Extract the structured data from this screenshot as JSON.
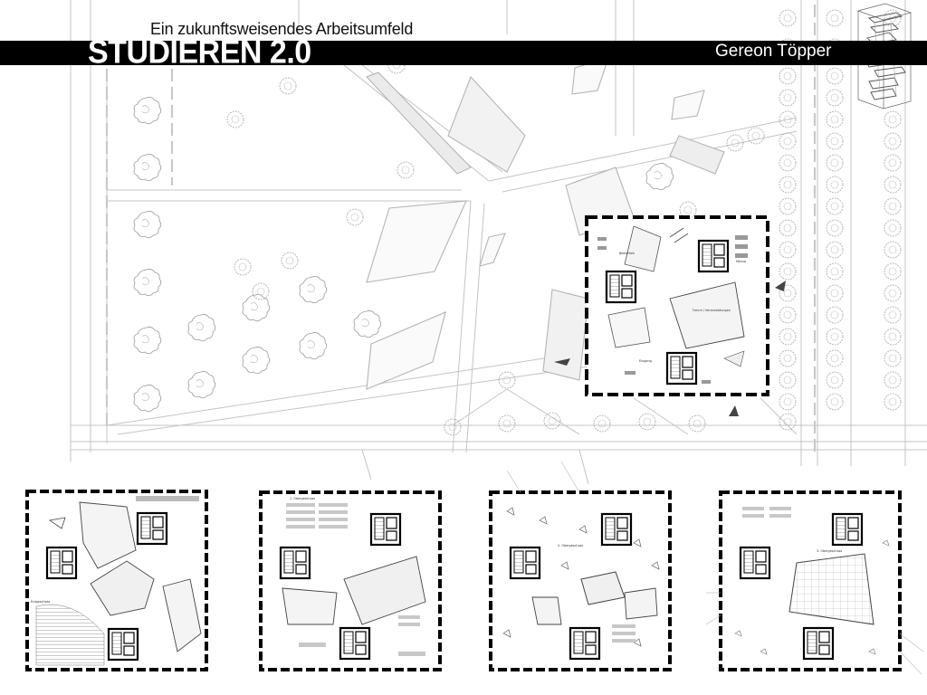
{
  "sheet": {
    "subtitle": "Ein zukunftsweisendes Arbeitsumfeld",
    "title": "STUDIEREN 2.0",
    "author": "Gereon Töpper"
  },
  "site_plan": {
    "room_labels": [
      "Bibliothek",
      "Forum / Veranstaltungen",
      "Eingang",
      "Mensa"
    ]
  },
  "floor_plans": [
    {
      "label": "Erdgeschoss"
    },
    {
      "label": "1. Obergeschoss"
    },
    {
      "label": "2. Obergeschoss"
    },
    {
      "label": "3. Obergeschoss"
    }
  ],
  "colors": {
    "ink": "#000000",
    "line": "#bdbdbd",
    "paper": "#ffffff",
    "hatch": "#e6e6e6"
  }
}
